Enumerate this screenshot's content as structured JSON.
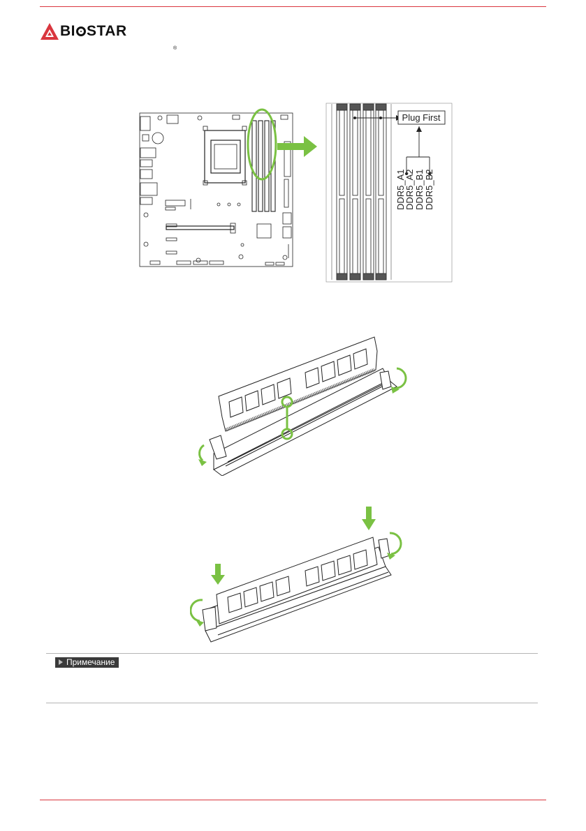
{
  "header": {
    "brand": "BIOSTAR",
    "brand_prefix": "BI",
    "brand_suffix": "STAR",
    "registered_mark": "®",
    "accent_color": "#d9363e"
  },
  "slot_diagram": {
    "plug_first_label": "Plug First",
    "slot_labels": [
      "DDR5_A1",
      "DDR5_A2",
      "DDR5_B1",
      "DDR5_B2"
    ],
    "highlight_color": "#7ac143"
  },
  "note": {
    "tag_label": "Примечание"
  }
}
